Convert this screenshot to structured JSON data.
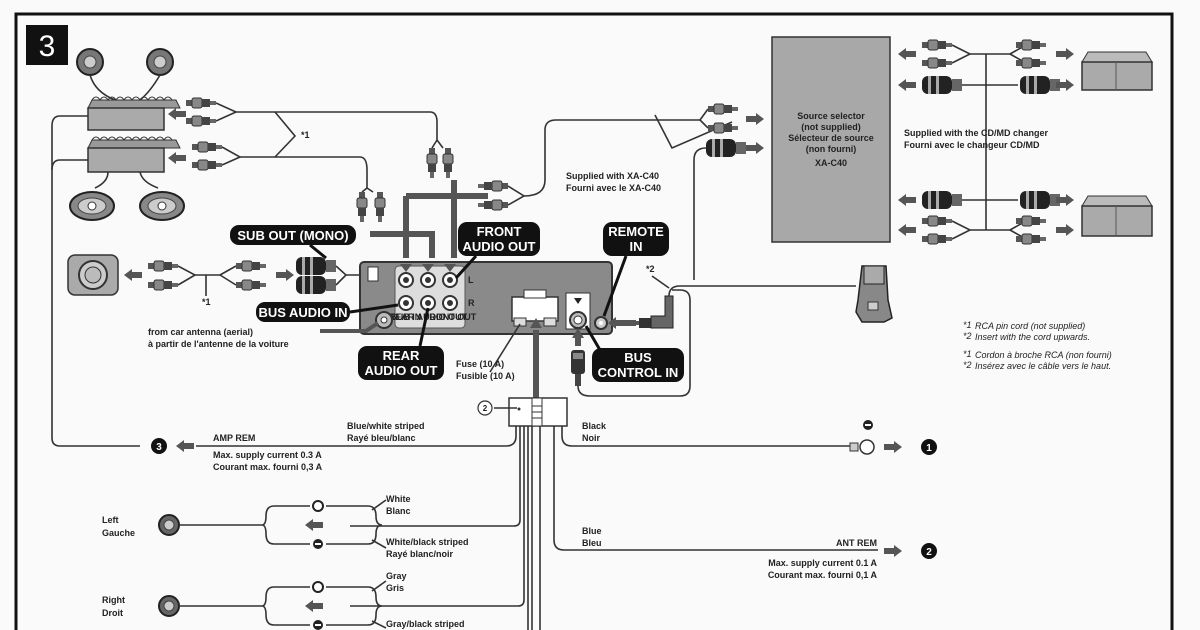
{
  "figure": {
    "step_number": "3"
  },
  "callouts": {
    "sub_out": "SUB OUT (MONO)",
    "bus_audio_in": "BUS AUDIO IN",
    "front_audio_out": [
      "FRONT",
      "AUDIO OUT"
    ],
    "rear_audio_out": [
      "REAR",
      "AUDIO OUT"
    ],
    "remote_in": [
      "REMOTE",
      "IN"
    ],
    "bus_control_in": [
      "BUS",
      "CONTROL IN"
    ]
  },
  "unit": {
    "jack_labels": [
      "SUB IN",
      "REAR AUDIO OUT",
      "FRONT OUT"
    ],
    "channel_l": "L",
    "channel_r": "R"
  },
  "labels": {
    "rca_note_1": "*1",
    "rca_note_1b": "*1",
    "insert_note_2": "*2",
    "antenna": [
      "from car antenna (aerial)",
      "à partir de l'antenne de la voiture"
    ],
    "fuse": [
      "Fuse (10 A)",
      "Fusible (10 A)"
    ],
    "supplied_xa": [
      "Supplied with XA-C40",
      "Fourni avec le XA-C40"
    ],
    "source_selector": [
      "Source selector",
      "(not supplied)",
      "Sélecteur de source",
      "(non fourni)",
      "XA-C40"
    ],
    "supplied_cd": [
      "Supplied with the CD/MD changer",
      "Fourni avec le changeur CD/MD"
    ],
    "connector_num": "2"
  },
  "footnotes": {
    "en": [
      {
        "mark": "*1",
        "text": "RCA pin cord (not supplied)"
      },
      {
        "mark": "*2",
        "text": "Insert with the cord upwards."
      }
    ],
    "fr": [
      {
        "mark": "*1",
        "text": "Cordon à broche RCA (non fourni)"
      },
      {
        "mark": "*2",
        "text": "Insérez avec le câble vers le haut."
      }
    ]
  },
  "wires": {
    "amp_rem": {
      "color": [
        "Blue/white striped",
        "Rayé bleu/blanc"
      ],
      "name": "AMP REM",
      "current": [
        "Max. supply current 0.3 A",
        "Courant max. fourni 0,3 A"
      ],
      "ref": "3"
    },
    "ground": {
      "color": [
        "Black",
        "Noir"
      ],
      "ref": "1"
    },
    "ant_rem": {
      "color": [
        "Blue",
        "Bleu"
      ],
      "name": "ANT REM",
      "current": [
        "Max. supply current 0.1 A",
        "Courant max. fourni 0,1 A"
      ],
      "ref": "2"
    }
  },
  "speakers": {
    "left": {
      "label": [
        "Left",
        "Gauche"
      ],
      "plus_wire": [
        "White",
        "Blanc"
      ],
      "minus_wire": [
        "White/black striped",
        "Rayé blanc/noir"
      ]
    },
    "right": {
      "label": [
        "Right",
        "Droit"
      ],
      "plus_wire": [
        "Gray",
        "Gris"
      ],
      "minus_wire": [
        "Gray/black striped"
      ]
    }
  }
}
